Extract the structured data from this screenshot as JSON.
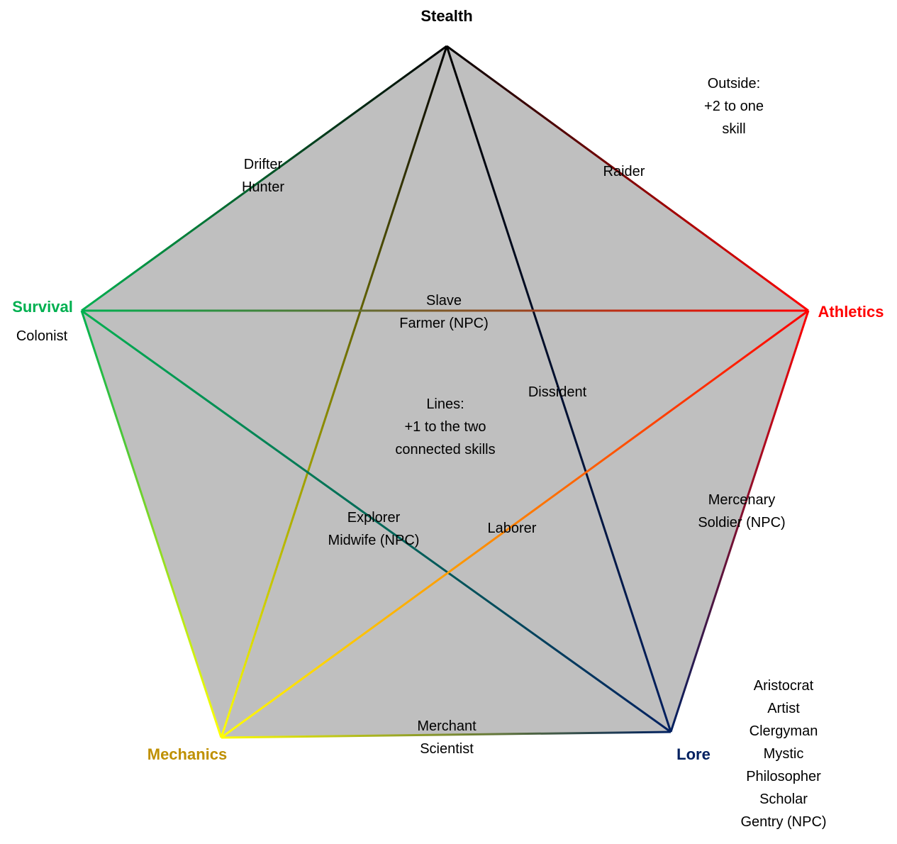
{
  "diagram": {
    "pentagon_fill": "#BFBFBF",
    "background": "#FFFFFF"
  },
  "skills": {
    "stealth": {
      "label": "Stealth",
      "color": "#000000",
      "line_color": "#000000"
    },
    "athletics": {
      "label": "Athletics",
      "color": "#FF0000",
      "line_color": "#FF0000"
    },
    "lore": {
      "label": "Lore",
      "color": "#002060",
      "line_color": "#002060"
    },
    "mechanics": {
      "label": "Mechanics",
      "color": "#BF9000",
      "line_color": "#FFFF00"
    },
    "survival": {
      "label": "Survival",
      "color": "#00B050",
      "line_color": "#00B050"
    }
  },
  "legends": {
    "outside": "Outside:\n+2 to one\nskill",
    "lines": "Lines:\n+1 to the two\nconnected skills"
  },
  "backgrounds": {
    "stealth_survival": "Drifter\nHunter",
    "stealth_athletics": "Raider",
    "survival_athletics": "Slave\nFarmer (NPC)",
    "stealth_lore": "Dissident",
    "athletics_lore": "Mercenary\nSoldier (NPC)",
    "survival_lore": "Explorer\nMidwife (NPC)",
    "mechanics_athletics": "Laborer",
    "mechanics_lore": "Merchant\nScientist",
    "survival_outside": "Colonist",
    "lore_outside": "Aristocrat\nArtist\nClergyman\nMystic\nPhilosopher\nScholar\nGentry (NPC)"
  }
}
